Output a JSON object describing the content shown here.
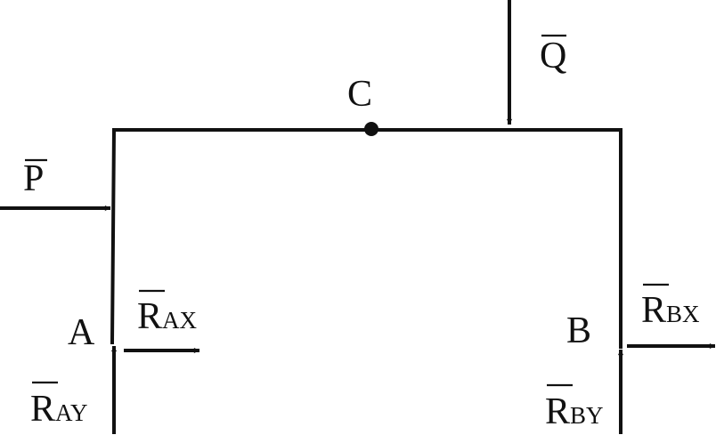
{
  "diagram": {
    "points": {
      "A": "A",
      "B": "B",
      "C": "C"
    },
    "forces": {
      "P": "P",
      "Q": "Q",
      "R_AX": {
        "main": "R",
        "sub": "AX"
      },
      "R_AY": {
        "main": "R",
        "sub": "AY"
      },
      "R_BX": {
        "main": "R",
        "sub": "BX"
      },
      "R_BY": {
        "main": "R",
        "sub": "BY"
      }
    },
    "colors": {
      "ink": "#111111",
      "background": "#ffffff"
    }
  }
}
